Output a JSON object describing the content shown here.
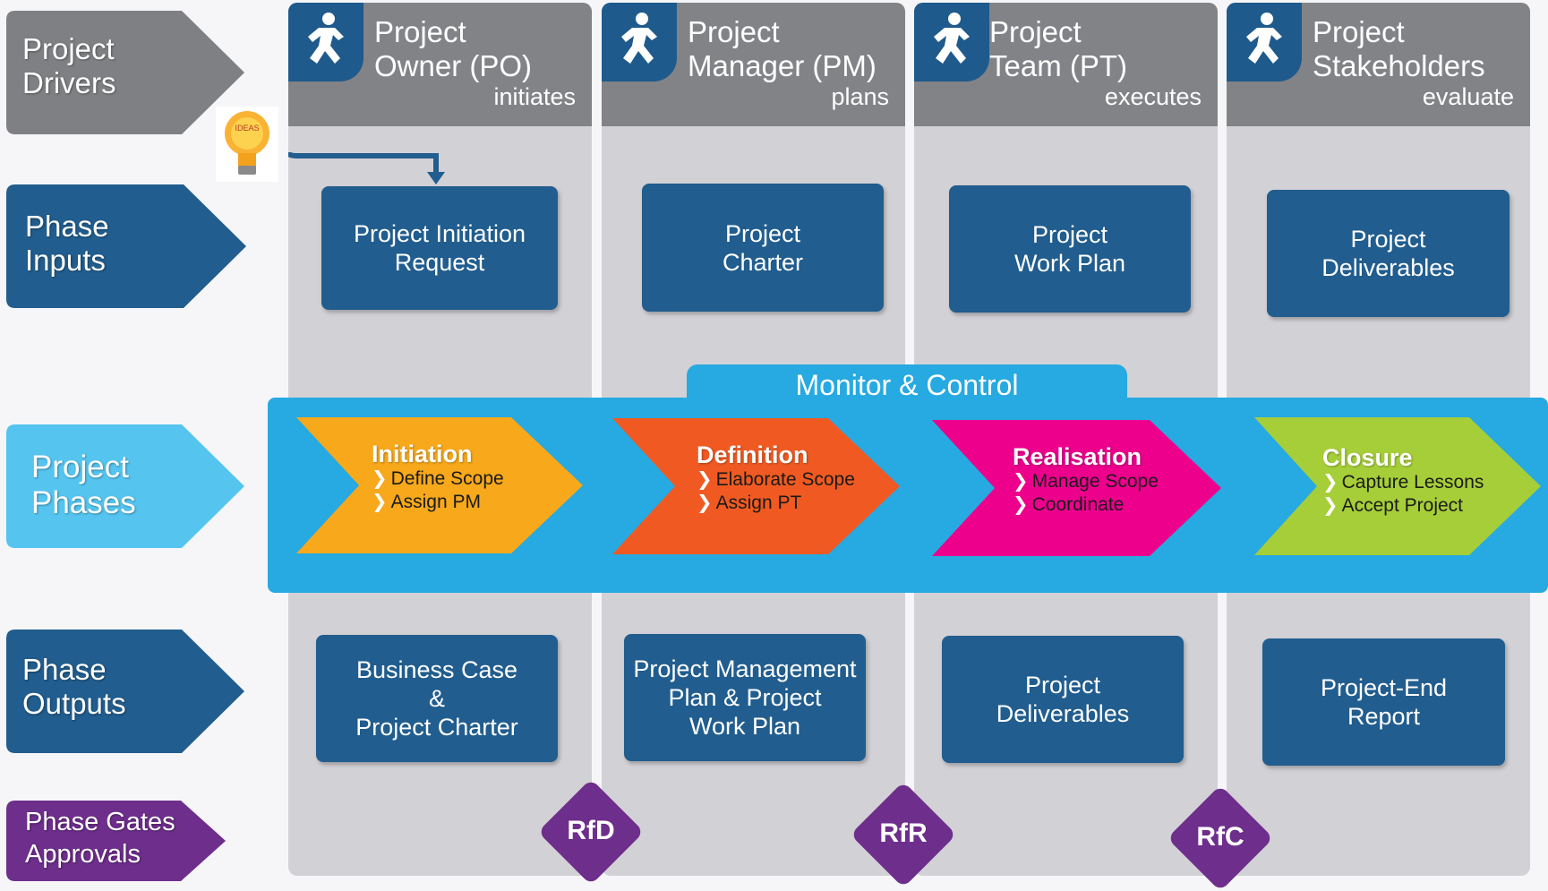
{
  "row_labels": {
    "drivers": "Project\nDrivers",
    "inputs": "Phase\nInputs",
    "phases": "Project\nPhases",
    "outputs": "Phase\nOutputs",
    "gates": "Phase Gates\nApprovals"
  },
  "roles": [
    {
      "name": "Project\nOwner (PO)",
      "verb": "initiates"
    },
    {
      "name": "Project\nManager (PM)",
      "verb": "plans"
    },
    {
      "name": "Project\nTeam (PT)",
      "verb": "executes"
    },
    {
      "name": "Project\nStakeholders",
      "verb": "evaluate"
    }
  ],
  "bulb_label": "IDEAS",
  "inputs": [
    "Project Initiation\nRequest",
    "Project\nCharter",
    "Project\nWork Plan",
    "Project\nDeliverables"
  ],
  "monitor_control": "Monitor & Control",
  "phases": [
    {
      "title": "Initiation",
      "items": [
        "Define Scope",
        "Assign PM"
      ],
      "color": "#f7a81b"
    },
    {
      "title": "Definition",
      "items": [
        "Elaborate Scope",
        "Assign PT"
      ],
      "color": "#f05a22"
    },
    {
      "title": "Realisation",
      "items": [
        "Manage Scope",
        "Coordinate"
      ],
      "color": "#ec008c"
    },
    {
      "title": "Closure",
      "items": [
        "Capture Lessons",
        "Accept Project"
      ],
      "color": "#a6ce39"
    }
  ],
  "outputs": [
    "Business Case\n&\nProject  Charter",
    "Project Management\nPlan & Project\nWork Plan",
    "Project\nDeliverables",
    "Project-End\nReport"
  ],
  "gates": [
    "RfD",
    "RfR",
    "RfC"
  ],
  "colors": {
    "role_header": "#828387",
    "column_bg": "#d2d1d6",
    "box_blue": "#215d8e",
    "drivers_label": "#7f8083",
    "inputs_outputs_label": "#215d8e",
    "phases_label": "#55c5f0",
    "gates_label": "#6e2e8c",
    "monitor_band": "#27a9e1"
  }
}
